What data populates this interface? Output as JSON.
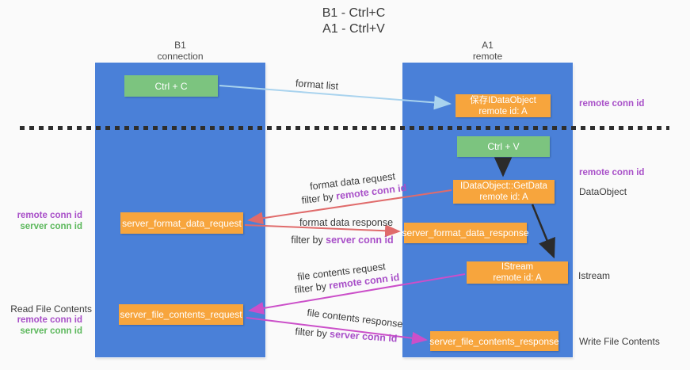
{
  "title": {
    "line1": "B1 - Ctrl+C",
    "line2": "A1 - Ctrl+V"
  },
  "lanes": {
    "left": {
      "name": "B1",
      "subtitle": "connection"
    },
    "right": {
      "name": "A1",
      "subtitle": "remote"
    }
  },
  "boxes": {
    "ctrl_c": {
      "label": "Ctrl + C"
    },
    "ctrl_v": {
      "label": "Ctrl + V"
    },
    "save_idataobject": {
      "line1": "保存IDataObject",
      "line2": "remote id: A"
    },
    "getdata": {
      "line1": "IDataObject::GetData",
      "line2": "remote id: A"
    },
    "istream": {
      "line1": "IStream",
      "line2": "remote id: A"
    },
    "format_request": {
      "label": "server_format_data_request"
    },
    "format_response": {
      "label": "server_format_data_response"
    },
    "file_request": {
      "label": "server_file_contents_request"
    },
    "file_response": {
      "label": "server_file_contents_response"
    }
  },
  "arrows": {
    "format_list": {
      "label": "format list"
    },
    "format_request": {
      "label": "format data request",
      "filter_prefix": "filter by ",
      "filter_value": "remote conn id"
    },
    "format_response": {
      "label": "format data response",
      "filter_prefix": "filter by ",
      "filter_value": "server conn id"
    },
    "file_request": {
      "label": "file contents request",
      "filter_prefix": "filter by ",
      "filter_value": "remote conn id"
    },
    "file_response": {
      "label": "file contents response",
      "filter_prefix": "filter by ",
      "filter_value": "server conn id"
    }
  },
  "side_labels": {
    "right_top_conn": "remote conn id",
    "right_mid_conn": "remote conn id",
    "dataobject": "DataObject",
    "istream": "Istream",
    "write_file": "Write File Contents",
    "read_file": "Read File Contents",
    "left_mid": {
      "remote": "remote conn id",
      "server": "server conn id"
    },
    "left_bottom": {
      "remote": "remote conn id",
      "server": "server conn id"
    }
  },
  "colors": {
    "machine_fill": "#4a80d8",
    "green_box": "#7cc47f",
    "orange_box": "#f7a53d",
    "format_arrow": "#e06b6b",
    "file_arrow": "#cb4fc9",
    "format_list_arrow": "#a9d3ee",
    "black_arrow": "#2b2b2b",
    "purple_label": "#a84fc8",
    "green_label": "#5cb85c"
  }
}
